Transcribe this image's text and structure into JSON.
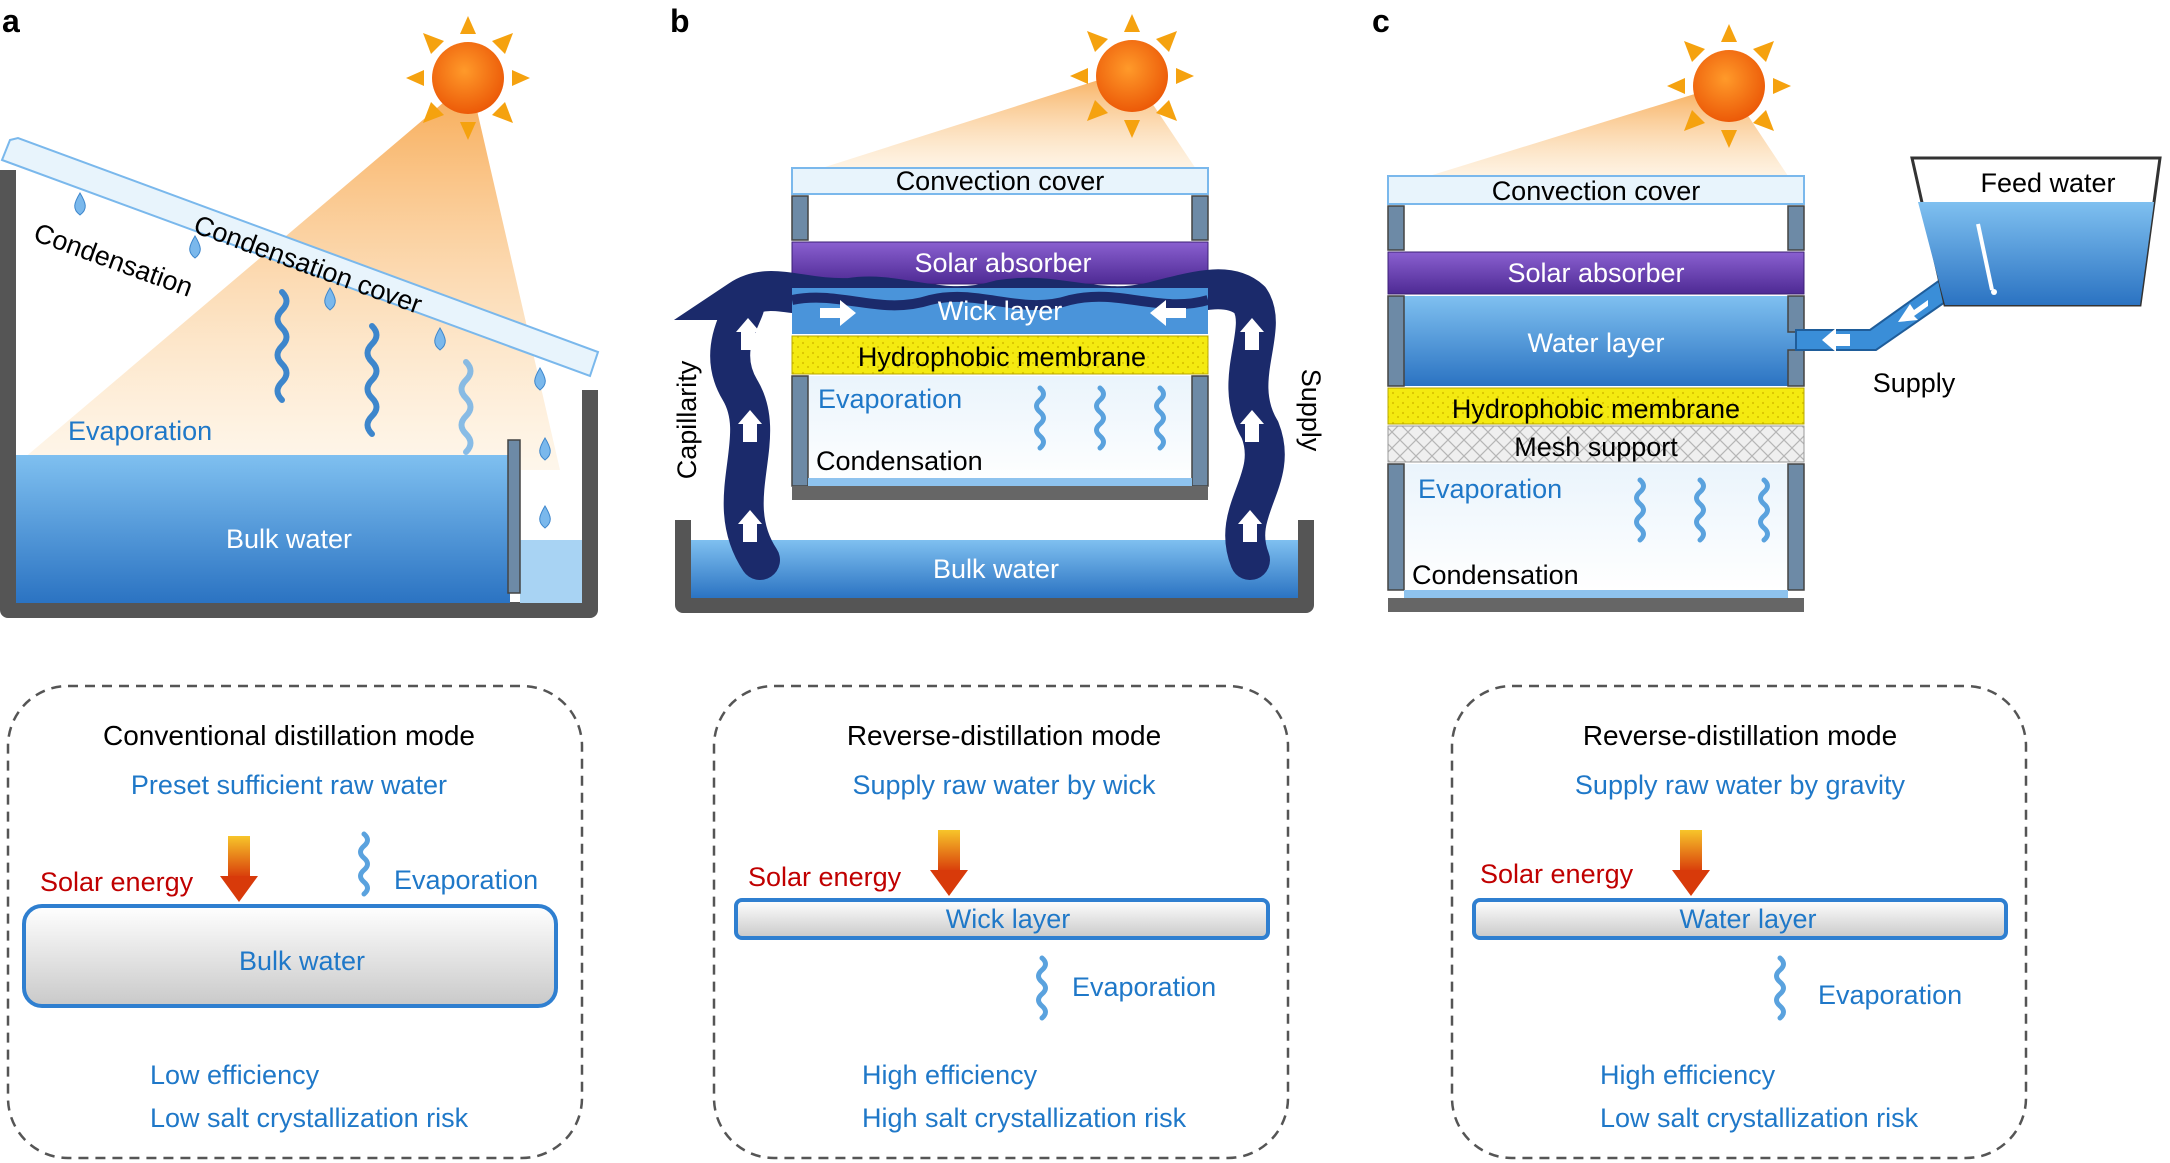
{
  "panels": {
    "a": {
      "letter": "a",
      "labels": {
        "condensation": "Condensation",
        "cover": "Condensation cover",
        "evaporation": "Evaporation",
        "bulk_water": "Bulk water"
      },
      "mode_box": {
        "title": "Conventional distillation mode",
        "subtitle": "Preset sufficient raw water",
        "solar_energy": "Solar energy",
        "evaporation": "Evaporation",
        "layer_label": "Bulk water",
        "efficiency": "Low efficiency",
        "risk": "Low salt crystallization risk"
      }
    },
    "b": {
      "letter": "b",
      "labels": {
        "convection_cover": "Convection cover",
        "solar_absorber": "Solar absorber",
        "wick_layer": "Wick layer",
        "hydrophobic_membrane": "Hydrophobic membrane",
        "evaporation": "Evaporation",
        "condensation": "Condensation",
        "bulk_water": "Bulk water",
        "capillarity": "Capillarity",
        "supply": "Supply"
      },
      "mode_box": {
        "title": "Reverse-distillation mode",
        "subtitle": "Supply raw water by wick",
        "solar_energy": "Solar energy",
        "evaporation": "Evaporation",
        "layer_label": "Wick layer",
        "efficiency": "High efficiency",
        "risk": "High salt crystallization risk"
      }
    },
    "c": {
      "letter": "c",
      "labels": {
        "convection_cover": "Convection cover",
        "solar_absorber": "Solar absorber",
        "water_layer": "Water layer",
        "hydrophobic_membrane": "Hydrophobic membrane",
        "mesh_support": "Mesh support",
        "evaporation": "Evaporation",
        "condensation": "Condensation",
        "feed_water": "Feed water",
        "supply": "Supply"
      },
      "mode_box": {
        "title": "Reverse-distillation mode",
        "subtitle": "Supply raw water by gravity",
        "solar_energy": "Solar energy",
        "evaporation": "Evaporation",
        "layer_label": "Water layer",
        "efficiency": "High efficiency",
        "risk": "Low salt crystallization risk"
      }
    }
  },
  "colors": {
    "blue_text": "#1f78c8",
    "red_text": "#c00000",
    "wick": "#1b2a6b",
    "absorber": "#6a3fb0",
    "membrane": "#f2e600",
    "water": "#3a8ed8",
    "frame": "#555555"
  }
}
